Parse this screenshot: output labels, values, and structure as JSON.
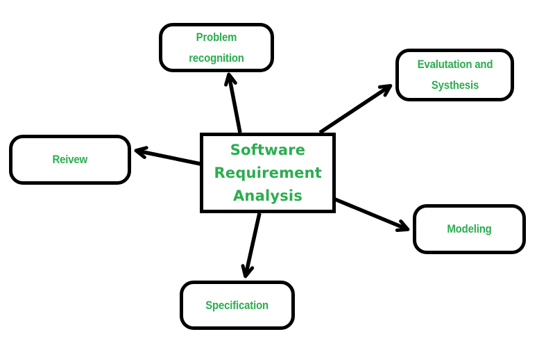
{
  "diagram": {
    "type": "flow-diagram",
    "description": "Central concept with five outgoing arrows to satellite activities"
  },
  "nodes": {
    "center": {
      "label": "Software Requirement Analysis",
      "shape": "rectangle"
    },
    "problem_recognition": {
      "label": "Problem recognition",
      "shape": "rounded-rectangle"
    },
    "evaluation_and_synthesis": {
      "label": "Evalutation and Systhesis",
      "shape": "rounded-rectangle"
    },
    "review": {
      "label": "Reivew",
      "shape": "rounded-rectangle"
    },
    "modeling": {
      "label": "Modeling",
      "shape": "rounded-rectangle"
    },
    "specification": {
      "label": "Specification",
      "shape": "rounded-rectangle"
    }
  },
  "edges": [
    {
      "from": "center",
      "to": "problem_recognition",
      "direction": "up"
    },
    {
      "from": "center",
      "to": "evaluation_and_synthesis",
      "direction": "up-right"
    },
    {
      "from": "center",
      "to": "review",
      "direction": "left"
    },
    {
      "from": "center",
      "to": "modeling",
      "direction": "down-right"
    },
    {
      "from": "center",
      "to": "specification",
      "direction": "down"
    }
  ],
  "colors": {
    "label-green": "#2bad4f",
    "line-black": "#000000",
    "background": "#ffffff"
  }
}
